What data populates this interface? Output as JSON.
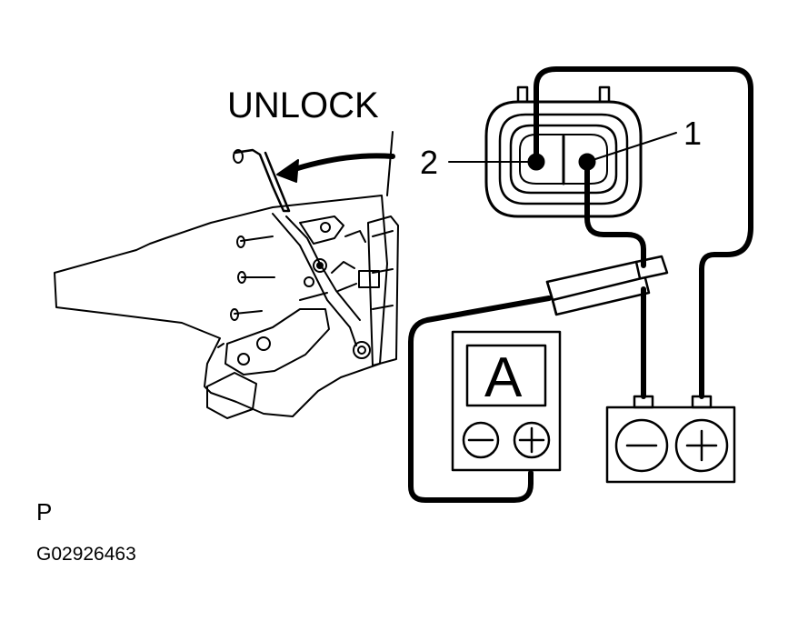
{
  "labels": {
    "unlock": "UNLOCK",
    "pin_2": "2",
    "pin_1": "1",
    "ammeter": "A",
    "view": "P",
    "figure_code": "G02926463"
  },
  "symbols": {
    "minus": "minus-icon",
    "plus": "plus-icon"
  }
}
